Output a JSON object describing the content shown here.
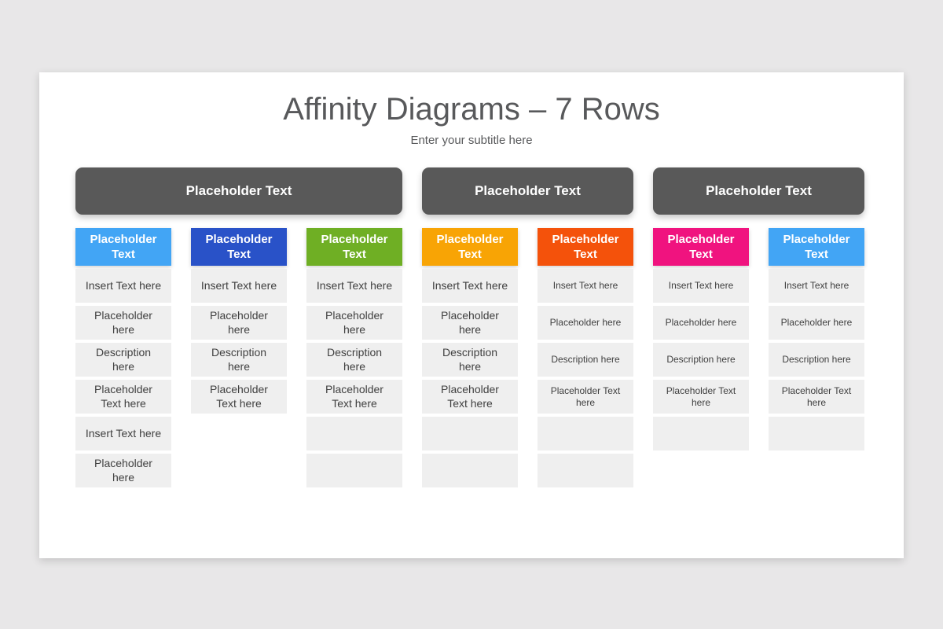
{
  "slide": {
    "title": "Affinity Diagrams – 7 Rows",
    "subtitle": "Enter your subtitle here"
  },
  "colors": {
    "page_background": "#e8e7e8",
    "card_background": "#ffffff",
    "group_bar": "#595959",
    "cell_background": "#efefef",
    "cell_text": "#404040",
    "title_text": "#58595b"
  },
  "group_headers": [
    {
      "label": "Placeholder Text",
      "color": "#595959",
      "columns_spanned": 3
    },
    {
      "label": "Placeholder Text",
      "color": "#595959",
      "columns_spanned": 2
    },
    {
      "label": "Placeholder Text",
      "color": "#595959",
      "columns_spanned": 2
    }
  ],
  "columns": [
    {
      "header": {
        "label": "Placeholder Text",
        "color": "#42a5f5"
      },
      "cells": [
        "Insert Text here",
        "Placeholder here",
        "Description here",
        "Placeholder Text here",
        "Insert Text here",
        "Placeholder here"
      ]
    },
    {
      "header": {
        "label": "Placeholder Text",
        "color": "#2952c8"
      },
      "cells": [
        "Insert Text here",
        "Placeholder here",
        "Description here",
        "Placeholder Text here"
      ]
    },
    {
      "header": {
        "label": "Placeholder Text",
        "color": "#6faf24"
      },
      "cells": [
        "Insert Text here",
        "Placeholder here",
        "Description here",
        "Placeholder Text here",
        "",
        ""
      ]
    },
    {
      "header": {
        "label": "Placeholder Text",
        "color": "#f8a405"
      },
      "cells": [
        "Insert Text here",
        "Placeholder here",
        "Description here",
        "Placeholder Text here",
        "",
        ""
      ]
    },
    {
      "header": {
        "label": "Placeholder Text",
        "color": "#f4520b"
      },
      "cells": [
        "Insert Text here",
        "Placeholder here",
        "Description here",
        "Placeholder Text here",
        "",
        ""
      ]
    },
    {
      "header": {
        "label": "Placeholder Text",
        "color": "#f0137f"
      },
      "cells": [
        "Insert Text here",
        "Placeholder here",
        "Description here",
        "Placeholder Text here",
        ""
      ]
    },
    {
      "header": {
        "label": "Placeholder Text",
        "color": "#42a5f5"
      },
      "cells": [
        "Insert Text here",
        "Placeholder here",
        "Description here",
        "Placeholder Text here",
        ""
      ]
    }
  ]
}
